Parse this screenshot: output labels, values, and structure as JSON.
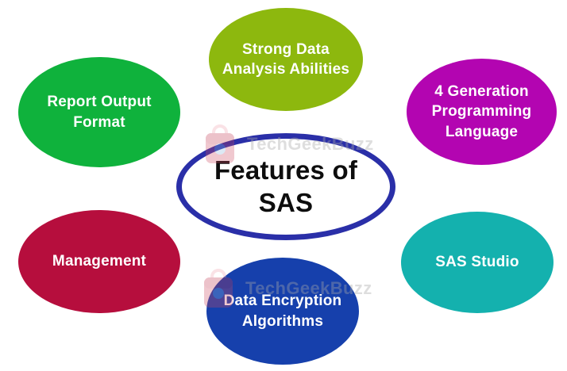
{
  "diagram": {
    "title": "Features of SAS",
    "center": {
      "label": "Features of\nSAS",
      "border_color": "#2a2fa8",
      "fill_color": "#ffffff",
      "text_color": "#0d0d0d"
    },
    "features": [
      {
        "id": "strong-data-analysis-abilities",
        "label": "Strong Data\nAnalysis Abilities",
        "color": "#8db80e",
        "position": "top-center"
      },
      {
        "id": "report-output-format",
        "label": "Report Output\nFormat",
        "color": "#0fb23c",
        "position": "top-left"
      },
      {
        "id": "4-generation-programming-language",
        "label": "4 Generation\nProgramming\nLanguage",
        "color": "#b305b1",
        "position": "top-right"
      },
      {
        "id": "management",
        "label": "Management",
        "color": "#b60e3d",
        "position": "bottom-left"
      },
      {
        "id": "data-encryption-algorithms",
        "label": "Data Encryption\nAlgorithms",
        "color": "#1640ac",
        "position": "bottom-center"
      },
      {
        "id": "sas-studio",
        "label": "SAS Studio",
        "color": "#14b1ae",
        "position": "bottom-right"
      }
    ],
    "watermark": {
      "text": "TechGeekBuzz",
      "icon": "techgeekbuzz-logo"
    }
  }
}
